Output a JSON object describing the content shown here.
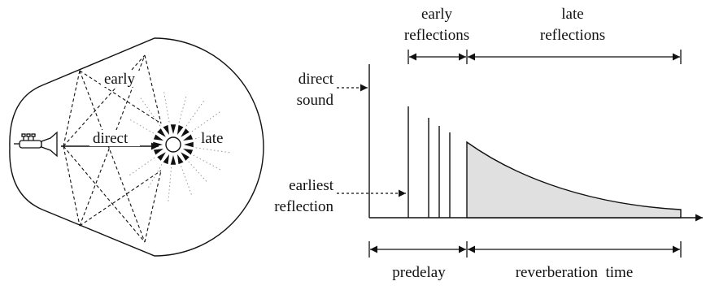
{
  "room": {
    "label_early": "early",
    "label_direct": "direct",
    "label_late": "late",
    "icon": "trumpet-icon"
  },
  "response": {
    "label_direct_sound": [
      "direct",
      "sound"
    ],
    "label_earliest_reflection": [
      "earliest",
      "reflection"
    ],
    "header_early_reflections": [
      "early",
      "reflections"
    ],
    "header_late_reflections": [
      "late",
      "reflections"
    ],
    "span_predelay": "predelay",
    "span_reverberation_time": "reverberation  time"
  },
  "colors": {
    "line": "#111111",
    "fill": "#e0e0e0",
    "ray": "#999999"
  }
}
